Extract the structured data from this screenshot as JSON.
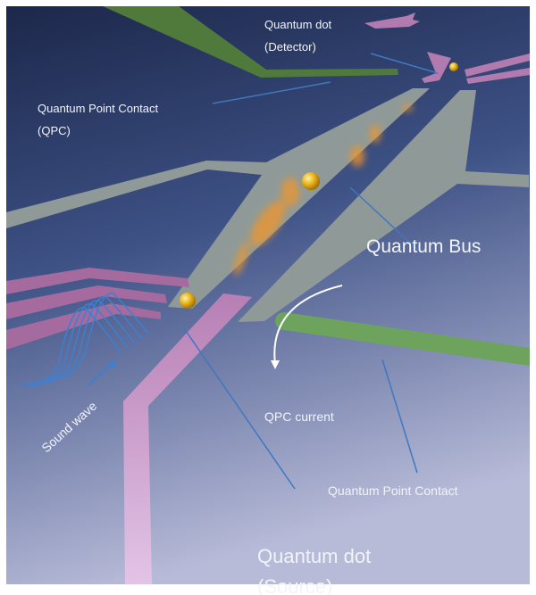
{
  "labels": {
    "detector_dot": [
      "Quantum dot",
      "(Detector)"
    ],
    "qpc_top": [
      "Quantum Point Contact",
      "(QPC)"
    ],
    "quantum_bus": "Quantum Bus",
    "qpc_current": "QPC current",
    "qpc_bottom": "Quantum Point Contact",
    "source_dot": [
      "Quantum dot",
      "(Source)"
    ],
    "sound_wave": "Sound wave"
  },
  "colors": {
    "background_top": "#1c274a",
    "background_bottom": "#b3b6d4",
    "gate_grey": "#8f9a98",
    "gate_pink": "#c58fc4",
    "gate_green": "#6ea35e",
    "dot_gold": "#e8b21c",
    "pointer_blue": "#3f78c0"
  }
}
